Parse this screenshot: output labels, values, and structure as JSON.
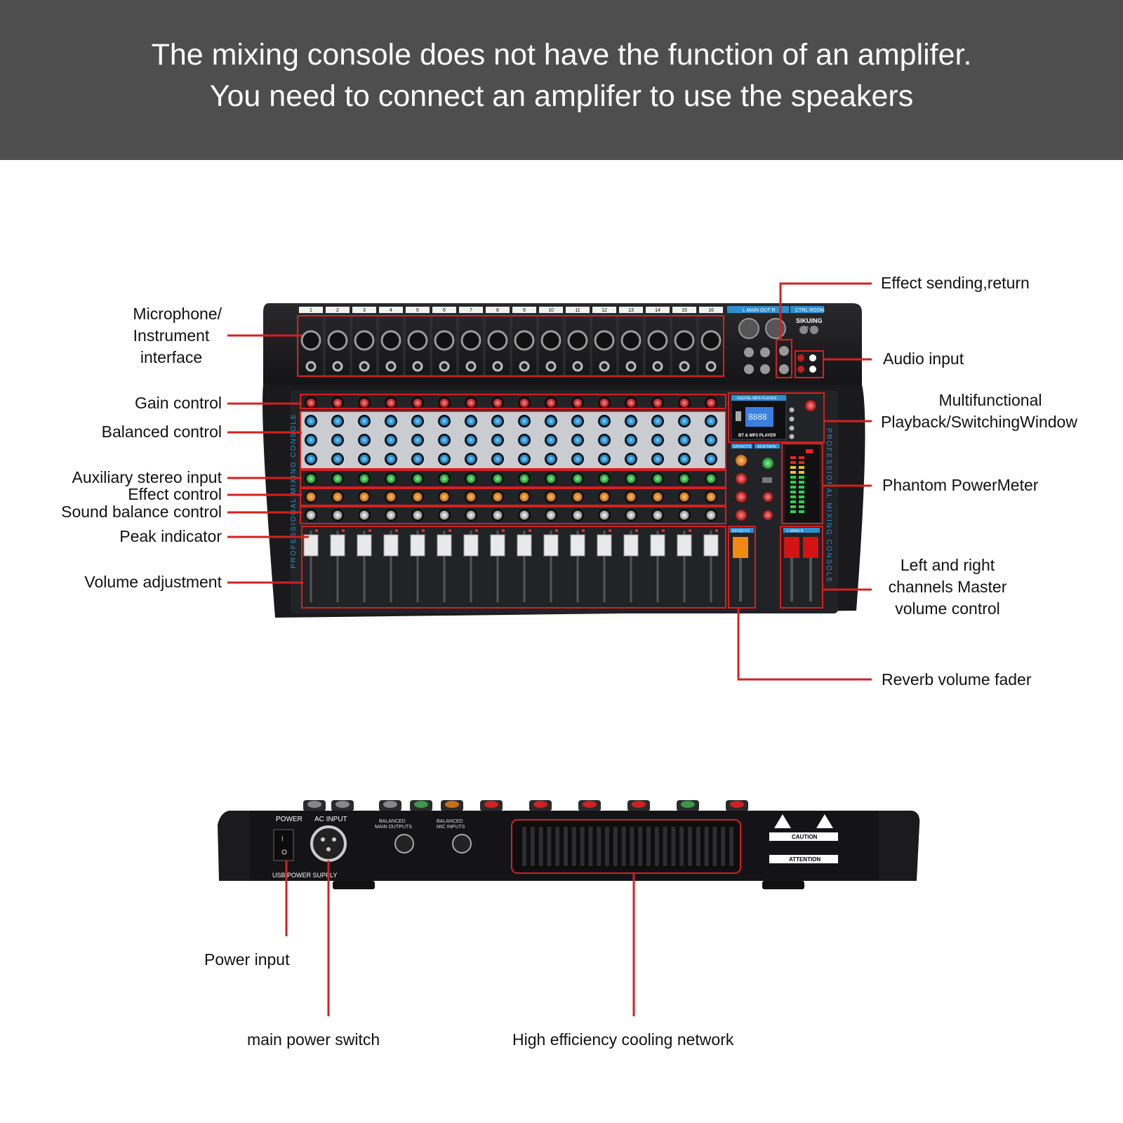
{
  "header": {
    "line1": "The mixing console does not have the function of an amplifer.",
    "line2": "You need to connect an amplifer to use the speakers"
  },
  "callouts": {
    "microphone_1": "Microphone/",
    "microphone_2": "Instrument",
    "microphone_3": "interface",
    "gain": "Gain control",
    "balanced": "Balanced control",
    "aux_stereo": "Auxiliary stereo input",
    "effect": "Effect control",
    "sound_balance": "Sound balance control",
    "peak": "Peak indicator",
    "volume": "Volume adjustment",
    "effect_send": "Effect sending,return",
    "audio_input": "Audio input",
    "multi_1": "Multifunctional",
    "multi_2": "Playback/SwitchingWindow",
    "phantom": "Phantom PowerMeter",
    "master_1": "Left and right",
    "master_2": "channels Master",
    "master_3": "volume control",
    "reverb": "Reverb volume fader",
    "power_input": "Power input",
    "main_power": "main power switch",
    "cooling": "High efficiency cooling network"
  },
  "device_front": {
    "channel_numbers": [
      "1",
      "2",
      "3",
      "4",
      "5",
      "6",
      "7",
      "8",
      "9",
      "10",
      "11",
      "12",
      "13",
      "14",
      "15",
      "16"
    ],
    "main_out_label": "L  MAIN OUT  R",
    "ctrl_room_label": "CTRL ROOM",
    "brand": "SIKUING",
    "model": "CT-16",
    "mp3_label": "DIGITAL MP3 PLAYER",
    "bt_label": "BT & MP3 PLAYER",
    "side_text": "PROFESSIONAL MIXING CONSOLE",
    "effects_label": "EFFECTS",
    "aux_tape_label": "AUX/TAPE",
    "main_label": "L  MAIN  R"
  },
  "device_back": {
    "power_label": "POWER",
    "ac_input_label": "AC INPUT",
    "usb_label": "USB POWER SUPPLY",
    "balanced_main_1": "BALANCED",
    "balanced_main_2": "MAIN OUTPUTS",
    "balanced_mic_1": "BALANCED",
    "balanced_mic_2": "MIC INPUTS",
    "caution": "CAUTION",
    "attention": "ATTENTION"
  },
  "colors": {
    "banner": "#4e4e4e",
    "callout_red": "#d42020",
    "device_dark": "#1c1c1e",
    "accent_blue": "#2b8fd0"
  }
}
